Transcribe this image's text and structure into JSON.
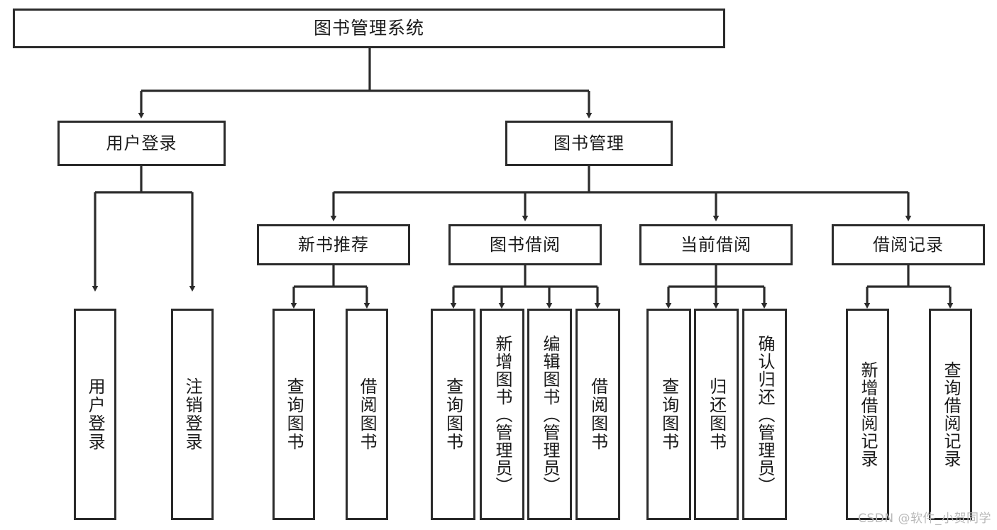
{
  "diagram": {
    "title": "图书管理系统",
    "type": "function-structure-tree",
    "watermark": "CSDN @软件_小贺同学",
    "colors": {
      "box_border": "#2b2b2b",
      "box_fill": "#ffffff",
      "connector": "#2b2b2b",
      "text": "#1a1a1a",
      "watermark": "#b9b9b9"
    },
    "levels": {
      "root": {
        "label": "图书管理系统"
      },
      "level2": [
        {
          "label": "用户登录"
        },
        {
          "label": "图书管理"
        }
      ],
      "level3": [
        {
          "label": "新书推荐"
        },
        {
          "label": "图书借阅"
        },
        {
          "label": "当前借阅"
        },
        {
          "label": "借阅记录"
        }
      ],
      "leaves": {
        "user_login": [
          {
            "label": "用户登录"
          },
          {
            "label": "注销登录"
          }
        ],
        "new_book_recommend": [
          {
            "label": "查询图书"
          },
          {
            "label": "借阅图书"
          }
        ],
        "book_borrow": [
          {
            "label": "查询图书"
          },
          {
            "label": "新增图书（管理员）"
          },
          {
            "label": "编辑图书（管理员）"
          },
          {
            "label": "借阅图书"
          }
        ],
        "current_borrow": [
          {
            "label": "查询图书"
          },
          {
            "label": "归还图书"
          },
          {
            "label": "确认归还（管理员）"
          }
        ],
        "borrow_record": [
          {
            "label": "新增借阅记录"
          },
          {
            "label": "查询借阅记录"
          }
        ]
      }
    }
  }
}
